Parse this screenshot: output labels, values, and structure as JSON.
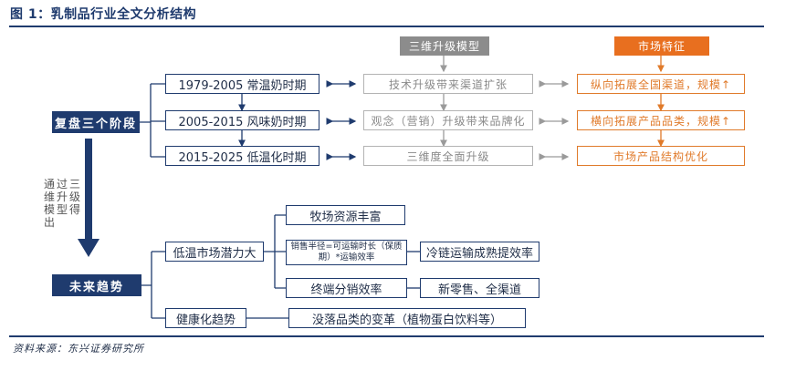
{
  "figure_title": "图 1：乳制品行业全文分析结构",
  "source": "资料来源：东兴证券研究所",
  "headers": {
    "model": "三维升级模型",
    "market": "市场特征"
  },
  "root": "复盘三个阶段",
  "stages": [
    {
      "period": "1979-2005   常温奶时期",
      "upgrade": "技术升级带来渠道扩张",
      "feature": "纵向拓展全国渠道，规模↑"
    },
    {
      "period": "2005-2015   风味奶时期",
      "upgrade": "观念（营销）升级带来品牌化",
      "feature": "横向拓展产品品类，规模↑"
    },
    {
      "period": "2015-2025   低温化时期",
      "upgrade": "三维度全面升级",
      "feature": "市场产品结构优化"
    }
  ],
  "derive_note": "通过三维升级模型得出",
  "future": "未来趋势",
  "low_temp": {
    "label": "低温市场潜力大",
    "items": [
      "牧场资源丰富",
      "销售半径=可运输时长（保质期）*运输效率",
      "终端分销效率"
    ],
    "results": [
      "冷链运输成熟提效率",
      "新零售、全渠道"
    ]
  },
  "health": {
    "label": "健康化趋势",
    "item": "没落品类的变革（植物蛋白饮料等）"
  },
  "colors": {
    "navy": "#1f3b6e",
    "gray": "#8c8c8c",
    "orange": "#e86f1f"
  }
}
